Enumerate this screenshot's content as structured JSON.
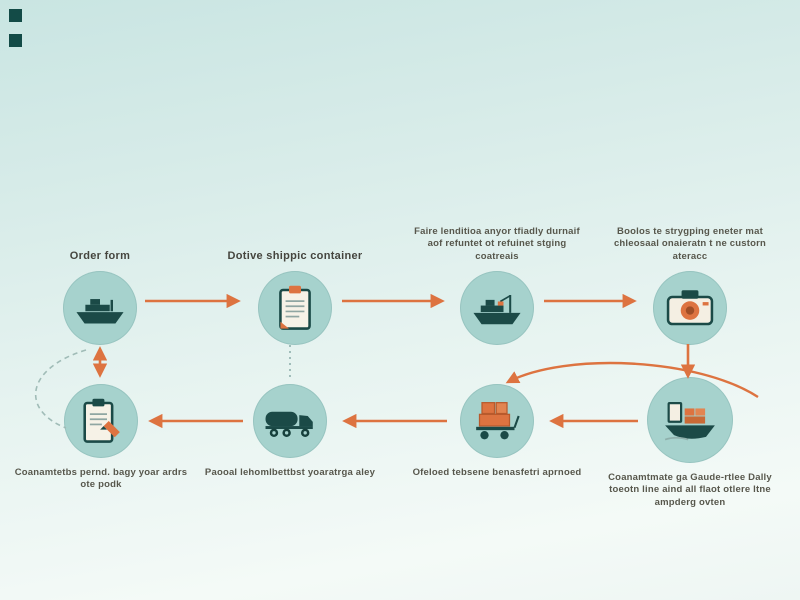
{
  "style": {
    "accent_orange": "#dd7340",
    "teal_dark": "#1b4a47",
    "circle_fill": "#a6d2cd",
    "background_top": "#c9e5e2",
    "background_bottom": "#f4faf7",
    "label_color": "#57574c"
  },
  "corner_marks": {
    "count": 2,
    "color": "#134b47"
  },
  "flow": {
    "top_row": [
      {
        "label": "Order form",
        "icon": "cargo-ship"
      },
      {
        "label": "Dotive shippic container",
        "icon": "clipboard"
      },
      {
        "label": "Faire lenditioa anyor tfiadly durnaif aof refuntet ot refuinet stging coatreais",
        "icon": "cargo-ship-crane"
      },
      {
        "label": "Boolos te strygping eneter mat chleosaal onaieratn t ne custorn ateracc",
        "icon": "scanner-camera"
      }
    ],
    "bottom_row": [
      {
        "label": "Coanamtetbs pernd. bagy yoar ardrs ote podk",
        "icon": "clipboard-pencil"
      },
      {
        "label": "Paooal lehomlbettbst yoaratrga aley",
        "icon": "tanker-truck"
      },
      {
        "label": "Ofeloed tebsene benasfetri aprnoed",
        "icon": "cargo-cart"
      },
      {
        "label": "Coanamtmate ga Gaude-rtlee Dally toeotn line aind all flaot otlere ltne ampderg ovten",
        "icon": "container-ship-bow"
      }
    ]
  }
}
